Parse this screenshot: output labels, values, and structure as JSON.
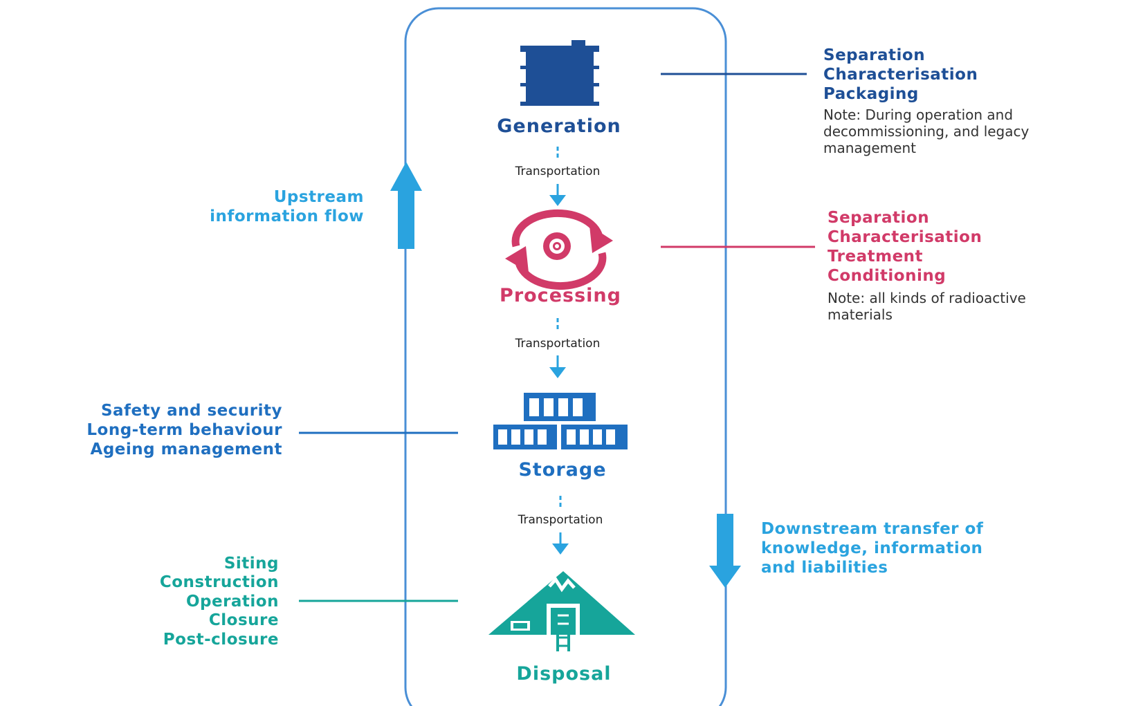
{
  "colors": {
    "generation": "#1e4f96",
    "processing": "#d13a68",
    "storage": "#1f6fc0",
    "disposal": "#16a59a",
    "flow": "#2aa3df",
    "frame": "#4a8fd6"
  },
  "stages": {
    "generation": "Generation",
    "processing": "Processing",
    "storage": "Storage",
    "disposal": "Disposal"
  },
  "transport": [
    "Transportation",
    "Transportation",
    "Transportation"
  ],
  "generation_side": {
    "items": [
      "Separation",
      "Characterisation",
      "Packaging"
    ],
    "note": [
      "Note: During operation and",
      "decommissioning, and legacy",
      "management"
    ]
  },
  "processing_side": {
    "items": [
      "Separation",
      "Characterisation",
      "Treatment",
      "Conditioning"
    ],
    "note": [
      "Note: all kinds of radioactive",
      "materials"
    ]
  },
  "storage_side": {
    "items": [
      "Safety and security",
      "Long-term behaviour",
      "Ageing management"
    ]
  },
  "disposal_side": {
    "items": [
      "Siting",
      "Construction",
      "Operation",
      "Closure",
      "Post-closure"
    ]
  },
  "upstream": [
    "Upstream",
    "information flow"
  ],
  "downstream": [
    "Downstream transfer of",
    "knowledge, information",
    "and liabilities"
  ],
  "icons": {
    "generation": "waste-drum-icon",
    "processing": "recycle-gear-icon",
    "storage": "container-stack-icon",
    "disposal": "mountain-repository-icon"
  }
}
